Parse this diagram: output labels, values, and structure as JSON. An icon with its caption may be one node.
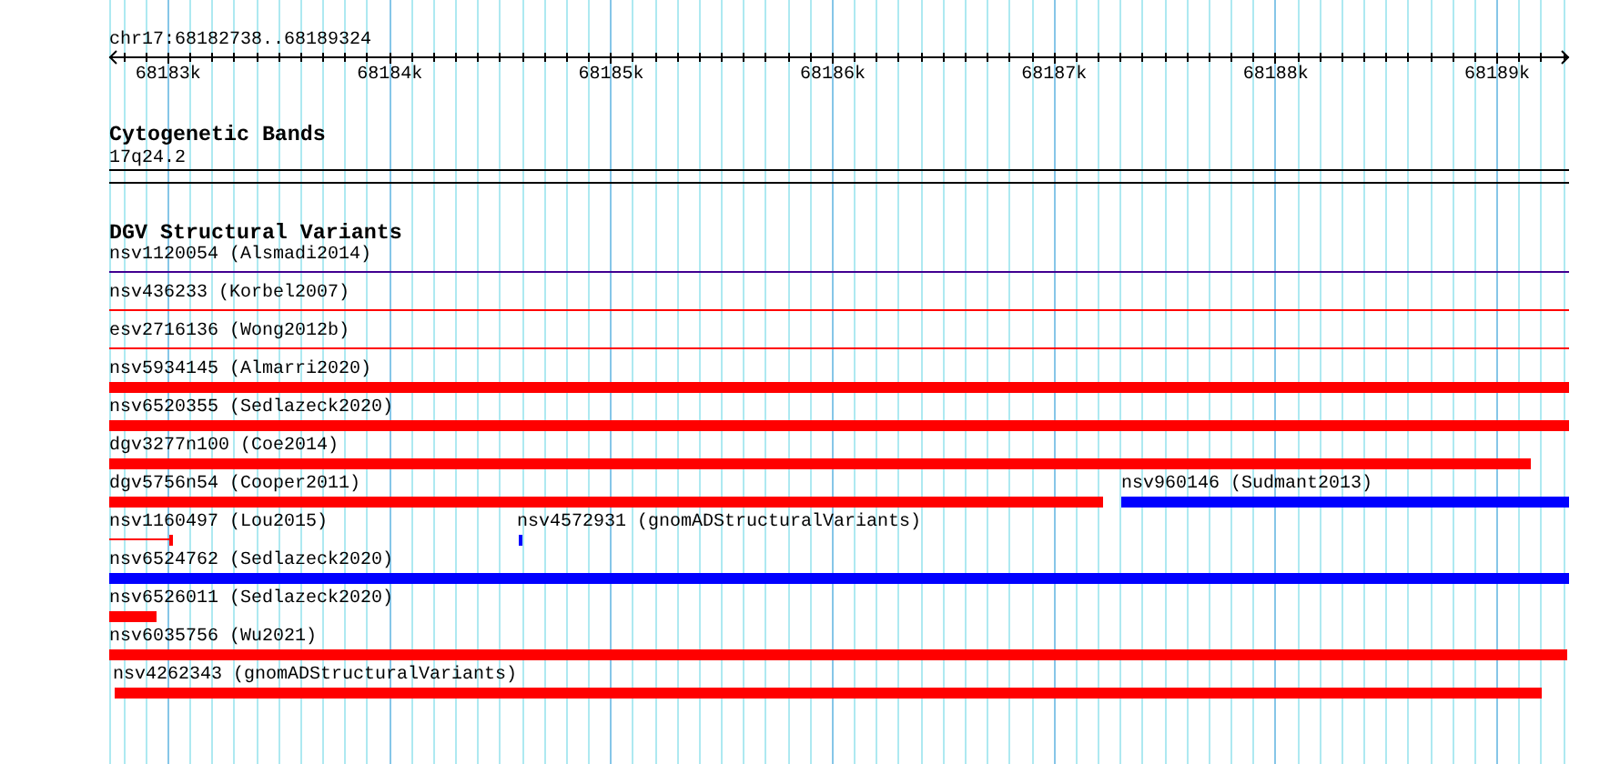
{
  "diagram": {
    "title": "chr17:68182738..68189324",
    "nodes": [
      {
        "text": [
          "17q24.2"
        ]
      },
      {
        "text": [
          "nsv1120054 (Alsmadi2014)"
        ]
      },
      {
        "text": [
          "nsv436233 (Korbel2007)"
        ]
      },
      {
        "text": [
          "esv2716136 (Wong2012b)"
        ]
      },
      {
        "text": [
          "nsv5934145 (Almarri2020)"
        ]
      },
      {
        "text": [
          "nsv6520355 (Sedlazeck2020)"
        ]
      },
      {
        "text": [
          "dgv3277n100 (Coe2014)"
        ]
      },
      {
        "text": [
          "dgv5756n54 (Cooper2011)"
        ]
      },
      {
        "text": [
          "nsv960146 (Sudmant2013)"
        ]
      },
      {
        "text": [
          "nsv1160497 (Lou2015)"
        ]
      },
      {
        "text": [
          "nsv4572931 (gnomADStructuralVariants)"
        ]
      },
      {
        "text": [
          "nsv6524762 (Sedlazeck2020)"
        ]
      },
      {
        "text": [
          "nsv6526011 (Sedlazeck2020)"
        ]
      },
      {
        "text": [
          "nsv6035756 (Wu2021)"
        ]
      },
      {
        "text": [
          "nsv4262343 (gnomADStructuralVariants)"
        ]
      }
    ],
    "labels": [
      "68183k",
      "68184k",
      "68185k",
      "68186k",
      "68187k",
      "68188k",
      "68189k",
      "Cytogenetic Bands",
      "DGV Structural Variants"
    ]
  }
}
